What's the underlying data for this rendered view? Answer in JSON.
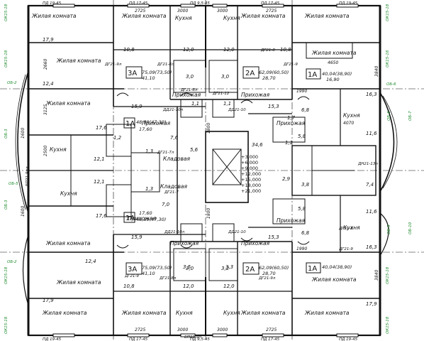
{
  "drawing": {
    "rooms": {
      "living": "Жилая комната",
      "kitchen": "Кухня",
      "hall": "Прихожая",
      "storage": "Кладовая"
    },
    "apartments": {
      "a3_top": {
        "code": "3А",
        "area": "75,09(73,50)",
        "living": "41,10"
      },
      "a2_top": {
        "code": "2А",
        "area": "62,09(60,50)",
        "living": "28,70"
      },
      "a1_top": {
        "code": "1А",
        "area": "40,04(38,90)",
        "living": "16,90"
      },
      "a1_mid_upper": {
        "code": "1А",
        "area": "48,89(47,30)",
        "living": "17,60"
      },
      "a1_mid_lower": {
        "code": "1А",
        "area": "48,89(47,30)",
        "living": "17,60"
      },
      "a3_bottom": {
        "code": "3А",
        "area": "75,09(73,50)",
        "living": "41,10"
      },
      "a2_bottom": {
        "code": "2А",
        "area": "62,09(60,50)",
        "living": "28,70"
      },
      "a1_bottom": {
        "code": "1А",
        "area": "40,04(38,90)"
      }
    },
    "levels": [
      "+3,000",
      "+6,000",
      "+9,000",
      "+12,000",
      "+15,000",
      "+18,000",
      "+21,000"
    ],
    "areas": {
      "lt": "17,9",
      "lu": "12,4",
      "lc": "17,6",
      "lk1": "12,1",
      "lk2": "12,1",
      "lr": "17,6",
      "ll": "12,4",
      "lb": "17,9",
      "c1": "10,8",
      "c2": "12,0",
      "c3": "12,0",
      "c4": "10,8",
      "c5": "16,3",
      "c6": "11,6",
      "c7": "6,8",
      "c8": "5,8",
      "c9": "15,9",
      "c10": "1,2",
      "c11": "1,3",
      "c12": "1,3",
      "c13": "3,0",
      "c14": "3,0",
      "c15": "7,6",
      "c16": "5,6",
      "c17": "34,6",
      "c18": "15,3",
      "c19": "1,1",
      "c20": "2,9",
      "c21": "7,4",
      "c22": "3,8",
      "c23": "6,8",
      "c24": "5,8",
      "c25": "15,9",
      "c26": "15,3",
      "c27": "3,0",
      "c28": "3,2",
      "c29": "3,5",
      "c30": "3,3",
      "c31": "10,8",
      "c32": "12,0",
      "c33": "12,0",
      "c34": "16,3",
      "c35": "11,6",
      "c36": "17,9",
      "c37": "7,0",
      "c38": "1,7",
      "c39": "1,1",
      "c40": "1,1"
    },
    "dims": {
      "d2725a": "2725",
      "d3000a": "3000",
      "d3000b": "3000",
      "d2725b": "2725",
      "d2725c": "2725",
      "d3000c": "3000",
      "d3000d": "3000",
      "d2725d": "2725",
      "d4650": "4650",
      "d4070": "4070",
      "d1990a": "1990",
      "d1990b": "1990",
      "d3840a": "3840",
      "d3840b": "3840",
      "d2660": "2660",
      "d3125": "3125",
      "d1600a": "1600",
      "d2500": "2500",
      "d1800a": "1800",
      "d1800b": "1800",
      "d1600b": "1600"
    },
    "doors": {
      "dg21_9": "ДГ21-9",
      "dg21_9l": "ДГ21-9л",
      "dg21_8": "ДГ21-8",
      "dg21_8l": "ДГ21-8л",
      "dg21_7": "ДГ21-7",
      "dg21_7l": "ДГ21-7л",
      "dg21_12": "ДГ21-12",
      "dd21_10": "ДД21-10",
      "dd21_10l": "ДД21-10л",
      "dd21_13l": "ДН21-13л",
      "dg21_9p": "ДГ21-9п",
      "dg21_9pl": "ДГ21-9пл",
      "pd17_45": "ПД 17-45",
      "pd19_45": "ПД 19-45",
      "pd9_45": "ПД 9,5-45",
      "ok15_18": "ОК15-18",
      "ob6_2": "ОБ-2",
      "ob6_3": "ОБ-3",
      "ob6_5": "ОБ-5",
      "ob6_6": "ОБ-6",
      "ob6_7": "ОБ-7",
      "ob6_8": "ОБ-8",
      "ob6_9": "ОБ-9",
      "ob6_10": "ОБ-10",
      "bp": "БП21-9пл",
      "bp2": "БП21-9п"
    }
  }
}
